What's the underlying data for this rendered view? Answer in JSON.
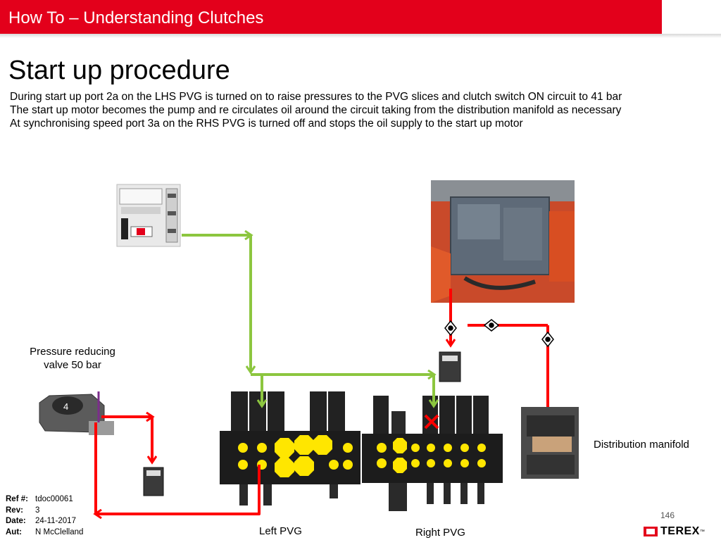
{
  "header": {
    "title": "How To – Understanding Clutches"
  },
  "slide": {
    "title": "Start up procedure",
    "lines": [
      "During start up port 2a on the LHS PVG is turned on to raise pressures to the PVG slices and clutch switch ON circuit to 41 bar",
      "The start up motor becomes the pump and re circulates oil around the circuit taking from the distribution manifold as necessary",
      "At synchronising speed port 3a on the RHS PVG is turned off and stops the oil supply to the start up motor"
    ]
  },
  "labels": {
    "pressure_valve_line1": "Pressure reducing",
    "pressure_valve_line2": "valve 50 bar",
    "distribution_manifold": "Distribution manifold",
    "left_pvg": "Left PVG",
    "right_pvg": "Right PVG"
  },
  "footer": {
    "ref_label": "Ref #:",
    "ref_value": "tdoc00061",
    "rev_label": "Rev:",
    "rev_value": "3",
    "date_label": "Date:",
    "date_value": "24-11-2017",
    "aut_label": "Aut:",
    "aut_value": "N McClelland",
    "page_number": "146",
    "logo_text": "TEREX",
    "logo_tm": "™"
  },
  "colors": {
    "brand_red": "#e3001b",
    "line_green": "#8cc63f",
    "line_red": "#ff0000",
    "valve_yellow": "#ffe600"
  }
}
